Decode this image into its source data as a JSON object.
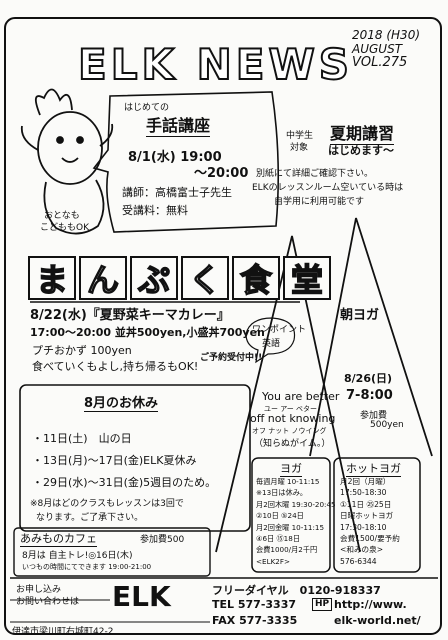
{
  "header": {
    "title": "ELK NEWS",
    "year": "2018 (H30)",
    "month": "AUGUST",
    "volume": "VOL.275"
  },
  "sign_course": {
    "intro": "はじめての",
    "title": "手話講座",
    "date": "8/1(水) 19:00",
    "time_end": "〜20:00",
    "teacher": "講師：高橋富士子先生",
    "fee": "受講料：無料",
    "kids_note_1": "おとなも",
    "kids_note_2": "こどももOK"
  },
  "summer_course": {
    "target_1": "中学生",
    "target_2": "対象",
    "title": "夏期講習",
    "subtitle": "はじめます〜",
    "note_1": "別紙にて詳細ご確認下さい。",
    "note_2": "ELKのレッスンルーム空いている時は",
    "note_3": "自学用に利用可能です"
  },
  "cafeteria": {
    "banner": [
      "ま",
      "ん",
      "ぷ",
      "く",
      "食",
      "堂"
    ],
    "date_menu": "8/22(水)『夏野菜キーマカレー』",
    "time_price": "17:00〜20:00 並丼500yen,小盛丼700yen",
    "side": "プチおかず 100yen",
    "takeout": "食べていくもよし,持ち帰るもOK!",
    "reserve": "ご予約受付中!!"
  },
  "english": {
    "label_1": "ワンポイント",
    "label_2": "英語",
    "phrase_1": "You are better",
    "reading_1": "ユー アー ベター",
    "phrase_2": "off not knowing",
    "reading_2": "オフ ナット ノウイング",
    "meaning": "（知らぬがイム。）"
  },
  "morning_yoga": {
    "title": "朝ヨガ",
    "date": "8/26(日)",
    "time": "7-8:00",
    "fee_1": "参加費",
    "fee_2": "500yen"
  },
  "holidays": {
    "title": "8月のお休み",
    "items": [
      "・11日(土)　山の日",
      "・13日(月)〜17日(金)ELK夏休み",
      "・29日(水)〜31日(金)5週目のため。"
    ],
    "note_1": "※8月はどのクラスもレッスンは3回で",
    "note_2": "なります。ご了承下さい。"
  },
  "knit_cafe": {
    "title": "あみものカフェ",
    "fee": "参加費500",
    "line_1": "8月は 自主トレ!◎16日(木)",
    "line_2": "いつもの時間にてできます 19:00-21:00"
  },
  "yoga": {
    "title": "ヨガ",
    "lines": [
      "毎週月曜 10-11:15",
      "※13日は休み。",
      "月2回木曜 19:30-20:45",
      "②10日 ⑤24日",
      "月2回金曜 10-11:15",
      "④6日 ⑮18日",
      "会費1000/月2千円",
      "<ELK2F>"
    ]
  },
  "hot_yoga": {
    "title": "ホットヨガ",
    "lines": [
      "月2回（月曜）",
      "17:50-18:30",
      "①11日 ㉕25日",
      "日曜ホットヨガ",
      "17:30-18:10",
      "会費1500/要予約",
      "<和みの泉>",
      "576-6344"
    ]
  },
  "contact": {
    "label_1": "お申し込み",
    "label_2": "お問い合わせは",
    "brand": "ELK",
    "free_dial": "フリーダイヤル　0120-918337",
    "tel": "TEL 577-3337",
    "fax": "FAX 577-3335",
    "hp_label": "HP",
    "url_1": "http://www.",
    "url_2": "elk-world.net/",
    "address": "伊達市梁川町右城町42-2"
  }
}
